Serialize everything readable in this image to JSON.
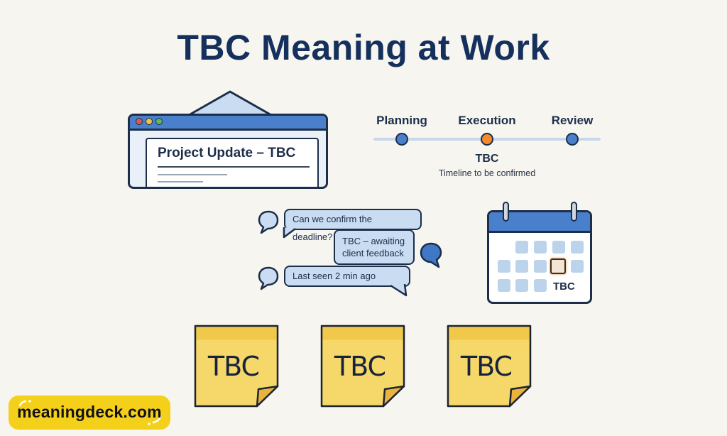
{
  "title": "TBC Meaning at Work",
  "colors": {
    "background": "#f6f5f0",
    "navy": "#15305c",
    "blue_accent": "#4a7fcc",
    "light_blue": "#c9dcf1",
    "orange": "#f28a2e",
    "sticky_yellow": "#f6d86a",
    "badge_yellow": "#f5d01a"
  },
  "email_window": {
    "title": "Project Update – TBC",
    "window_dots": [
      "red",
      "yellow",
      "green"
    ]
  },
  "timeline": {
    "stages": [
      {
        "label": "Planning",
        "status": "done"
      },
      {
        "label": "Execution",
        "status": "tbc"
      },
      {
        "label": "Review",
        "status": "done"
      }
    ],
    "tbc_label": "TBC",
    "tbc_caption": "Timeline to be confirmed"
  },
  "chat": {
    "messages": [
      {
        "text": "Can we confirm the deadline?",
        "side": "left"
      },
      {
        "text_line1": "TBC – awaiting",
        "text_line2": "client feedback",
        "side": "right"
      },
      {
        "text": "Last seen 2 min ago",
        "side": "left"
      }
    ]
  },
  "calendar": {
    "highlighted_label": "TBC"
  },
  "sticky_notes": [
    {
      "text": "TBC"
    },
    {
      "text": "TBC"
    },
    {
      "text": "TBC"
    }
  ],
  "brand": {
    "label": "meaningdeck.com"
  }
}
